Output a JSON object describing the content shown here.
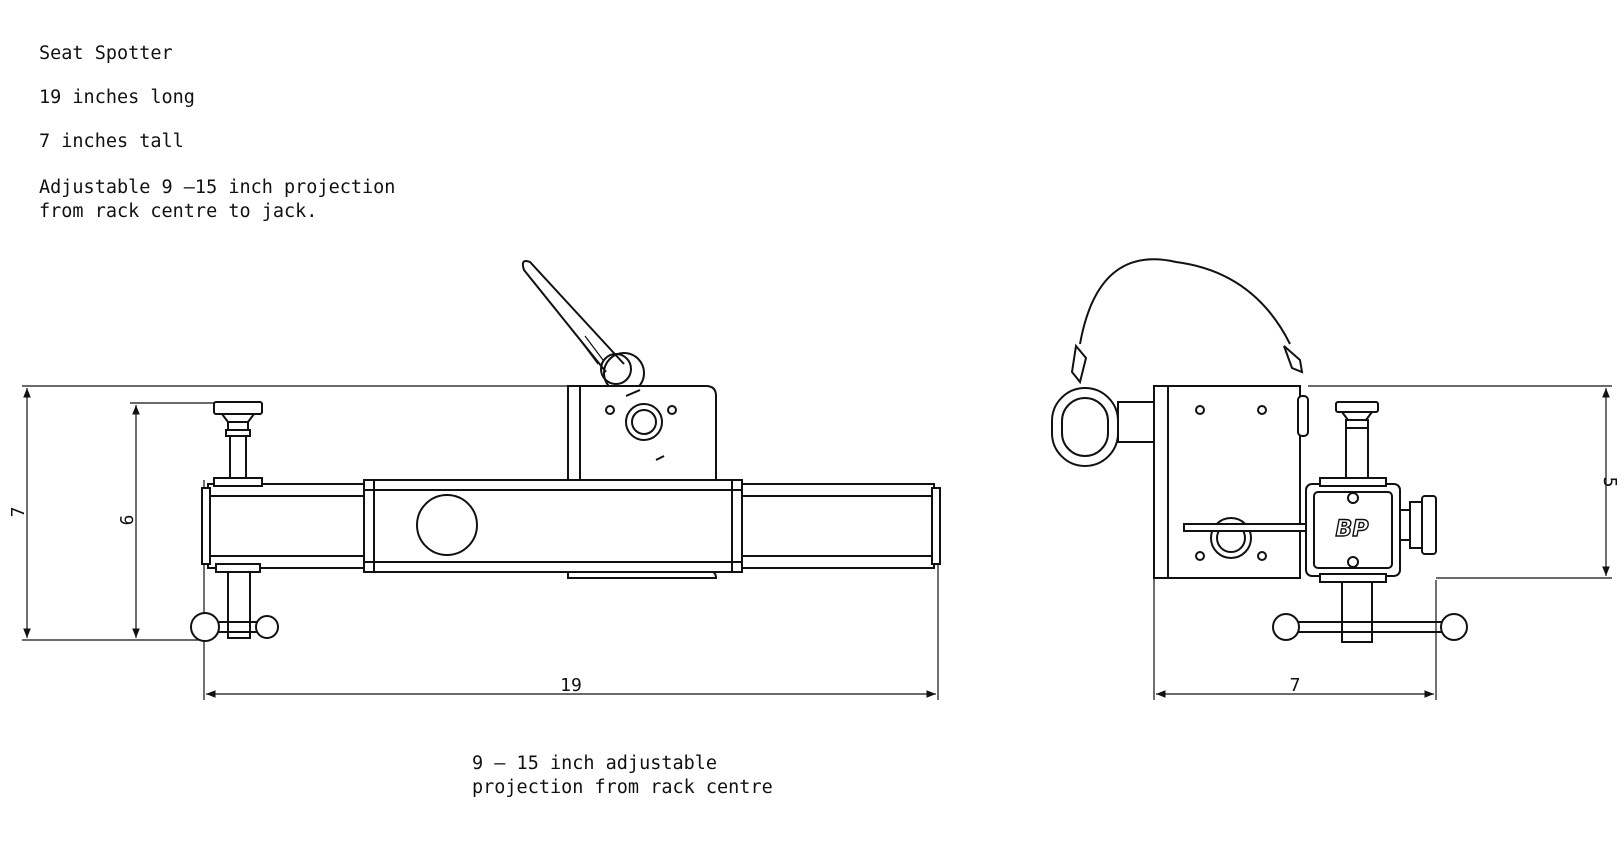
{
  "header": {
    "title": "Seat Spotter",
    "length": "19 inches long",
    "height": "7 inches tall",
    "adjust_line1": "Adjustable 9 –15 inch projection",
    "adjust_line2": "from rack centre to jack."
  },
  "note": {
    "line1": "9 – 15 inch adjustable",
    "line2": "projection from rack centre"
  },
  "dimensions": {
    "side_height_total": "7",
    "side_height_inner": "6",
    "side_length": "19",
    "end_width": "7",
    "end_height": "5"
  },
  "logo": {
    "text": "BP"
  }
}
